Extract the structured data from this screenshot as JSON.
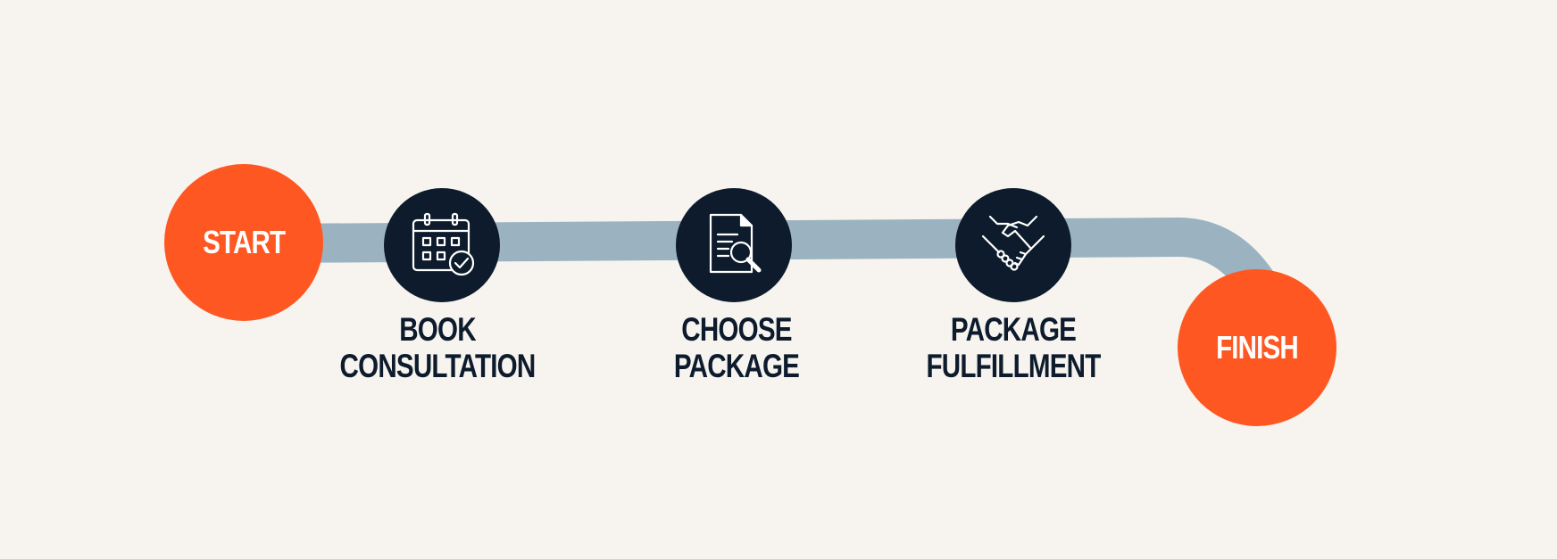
{
  "colors": {
    "background": "#f7f4f0",
    "track": "#9bb3c1",
    "terminal": "#ff5722",
    "step": "#0d1b2c",
    "icon_stroke": "#ffffff"
  },
  "start": {
    "label": "START"
  },
  "finish": {
    "label": "FINISH"
  },
  "steps": [
    {
      "icon": "calendar-check-icon",
      "lines": [
        "BOOK",
        "CONSULTATION"
      ]
    },
    {
      "icon": "document-search-icon",
      "lines": [
        "CHOOSE",
        "PACKAGE"
      ]
    },
    {
      "icon": "handshake-icon",
      "lines": [
        "PACKAGE",
        "FULFILLMENT"
      ]
    }
  ]
}
